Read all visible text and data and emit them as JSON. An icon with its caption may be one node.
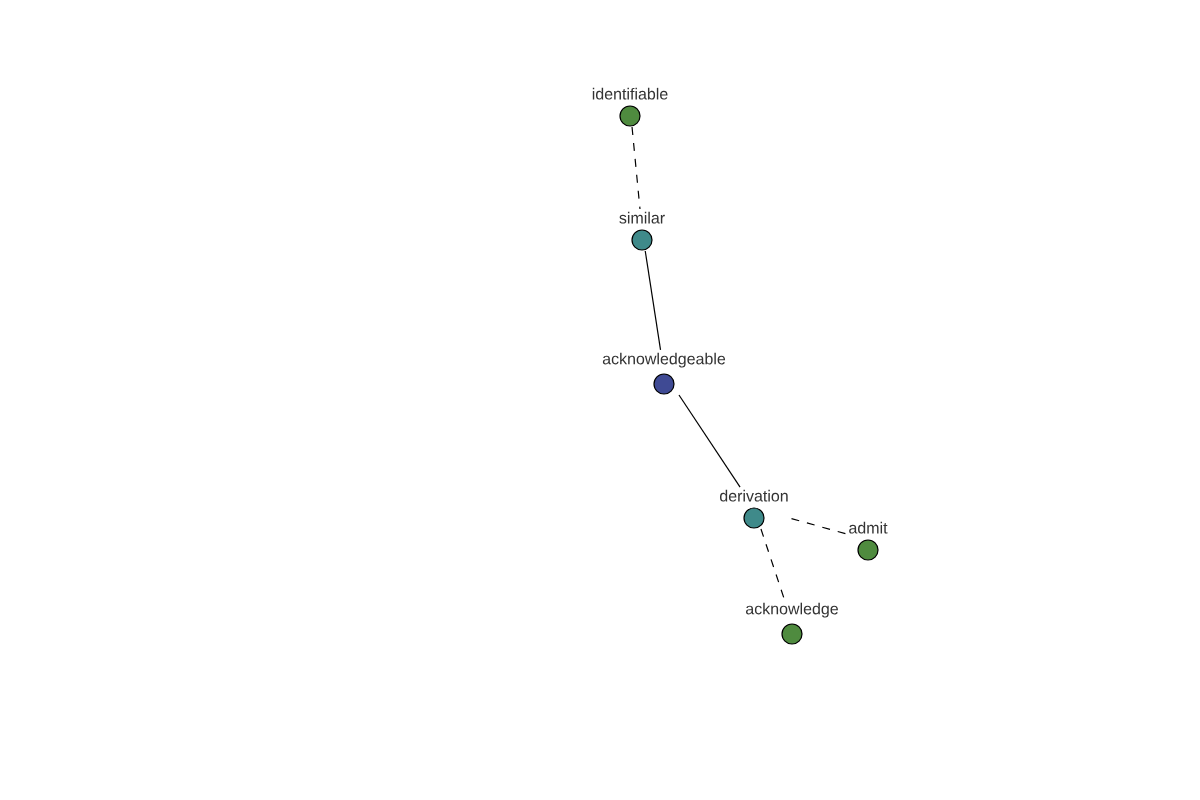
{
  "diagram": {
    "nodes": [
      {
        "text": [
          "identifiable"
        ]
      },
      {
        "text": [
          "similar"
        ]
      },
      {
        "text": [
          "acknowledgeable"
        ]
      },
      {
        "text": [
          "derivation"
        ]
      },
      {
        "text": [
          "admit"
        ]
      },
      {
        "text": [
          "acknowledge"
        ]
      }
    ],
    "edges": [
      {
        "from": 0,
        "to": 1,
        "arrow": "none",
        "style": "dashed"
      },
      {
        "from": 1,
        "to": 2,
        "arrow": "none"
      },
      {
        "from": 2,
        "to": 3,
        "arrow": "none"
      },
      {
        "from": 3,
        "to": 4,
        "arrow": "none",
        "style": "dashed"
      },
      {
        "from": 3,
        "to": 5,
        "arrow": "none",
        "style": "dashed"
      }
    ]
  }
}
